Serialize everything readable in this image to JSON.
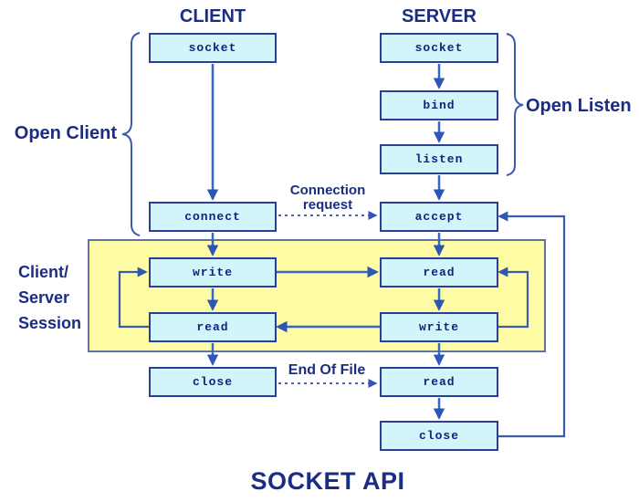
{
  "title": "SOCKET API",
  "columns": {
    "client": "CLIENT",
    "server": "SERVER"
  },
  "client_flow": [
    {
      "label": "socket"
    },
    {
      "label": "connect"
    },
    {
      "label": "write"
    },
    {
      "label": "read"
    },
    {
      "label": "close"
    }
  ],
  "server_flow": [
    {
      "label": "socket"
    },
    {
      "label": "bind"
    },
    {
      "label": "listen"
    },
    {
      "label": "accept"
    },
    {
      "label": "read"
    },
    {
      "label": "write"
    },
    {
      "label": "read"
    },
    {
      "label": "close"
    }
  ],
  "annotations": {
    "open_client": "Open Client",
    "open_listen": "Open Listen",
    "session_line1": "Client/",
    "session_line2": "Server",
    "session_line3": "Session",
    "connection_request_line1": "Connection",
    "connection_request_line2": "request",
    "end_of_file": "End Of File"
  },
  "colors": {
    "box_fill": "#D2F5FB",
    "box_border": "#2B3F96",
    "box_text": "#13217D",
    "arrow_blue": "#3766C8",
    "loop_blue": "#3C5BAC",
    "dashed_blue": "#4B66B4",
    "session_fill": "#FDFBA4",
    "session_border": "#64719F",
    "label_navy": "#1B2C85"
  }
}
